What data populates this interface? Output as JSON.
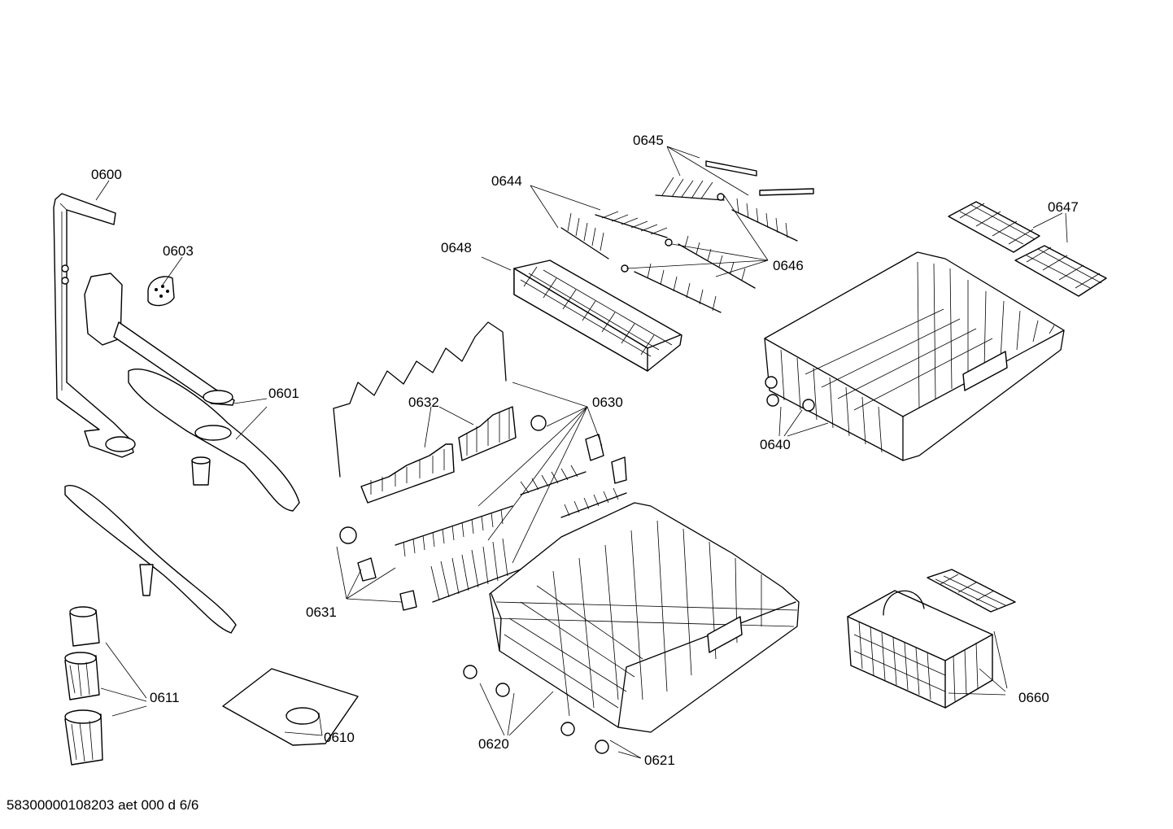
{
  "callouts": {
    "c0600": "0600",
    "c0601": "0601",
    "c0603": "0603",
    "c0610": "0610",
    "c0611": "0611",
    "c0620": "0620",
    "c0621": "0621",
    "c0630": "0630",
    "c0631": "0631",
    "c0632": "0632",
    "c0640": "0640",
    "c0644": "0644",
    "c0645": "0645",
    "c0646": "0646",
    "c0647": "0647",
    "c0648": "0648",
    "c0660": "0660"
  },
  "footer": {
    "doc_id": "58300000108203 aet 000 d 6/6"
  }
}
